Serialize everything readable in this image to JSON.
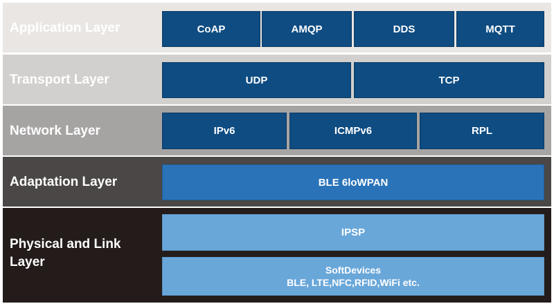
{
  "layers": {
    "application": {
      "label": "Application Layer",
      "items": [
        "CoAP",
        "AMQP",
        "DDS",
        "MQTT"
      ]
    },
    "transport": {
      "label": "Transport Layer",
      "items": [
        "UDP",
        "TCP"
      ]
    },
    "network": {
      "label": "Network Layer",
      "items": [
        "IPv6",
        "ICMPv6",
        "RPL"
      ]
    },
    "adaptation": {
      "label": "Adaptation Layer",
      "items": [
        "BLE 6loWPAN"
      ]
    },
    "physical": {
      "label": "Physical and Link Layer",
      "items": [
        "IPSP"
      ],
      "softdevices": {
        "line1": "SoftDevices",
        "line2": "BLE, LTE,NFC,RFID,WiFi etc."
      }
    }
  }
}
